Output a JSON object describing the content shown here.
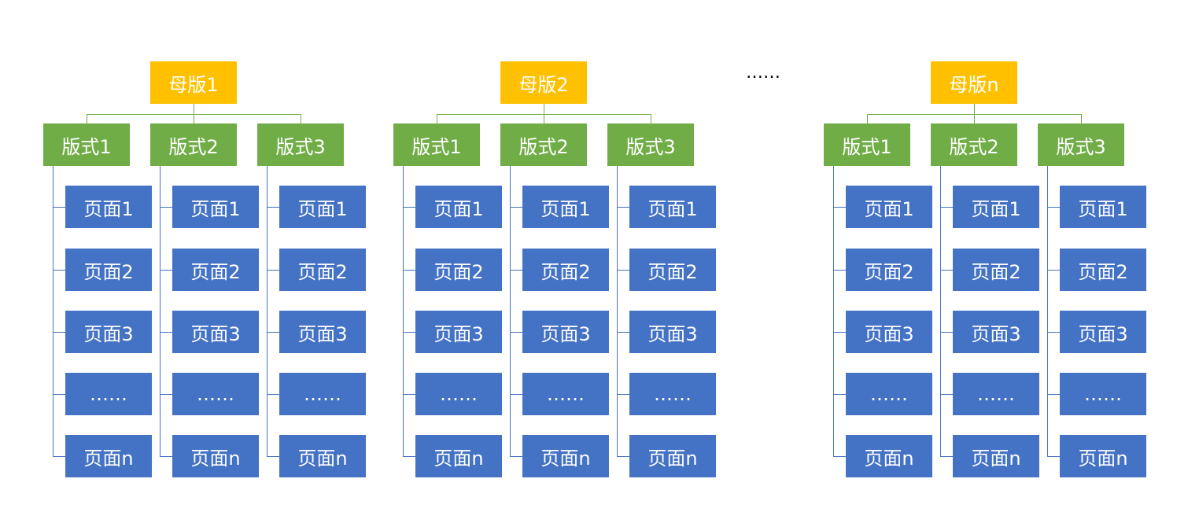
{
  "ellipsis": "……",
  "masters": [
    {
      "title": "母版1",
      "layouts": [
        {
          "title": "版式1",
          "pages": [
            "页面1",
            "页面2",
            "页面3",
            "……",
            "页面n"
          ]
        },
        {
          "title": "版式2",
          "pages": [
            "页面1",
            "页面2",
            "页面3",
            "……",
            "页面n"
          ]
        },
        {
          "title": "版式3",
          "pages": [
            "页面1",
            "页面2",
            "页面3",
            "……",
            "页面n"
          ]
        }
      ]
    },
    {
      "title": "母版2",
      "layouts": [
        {
          "title": "版式1",
          "pages": [
            "页面1",
            "页面2",
            "页面3",
            "……",
            "页面n"
          ]
        },
        {
          "title": "版式2",
          "pages": [
            "页面1",
            "页面2",
            "页面3",
            "……",
            "页面n"
          ]
        },
        {
          "title": "版式3",
          "pages": [
            "页面1",
            "页面2",
            "页面3",
            "……",
            "页面n"
          ]
        }
      ]
    },
    {
      "title": "母版n",
      "layouts": [
        {
          "title": "版式1",
          "pages": [
            "页面1",
            "页面2",
            "页面3",
            "……",
            "页面n"
          ]
        },
        {
          "title": "版式2",
          "pages": [
            "页面1",
            "页面2",
            "页面3",
            "……",
            "页面n"
          ]
        },
        {
          "title": "版式3",
          "pages": [
            "页面1",
            "页面2",
            "页面3",
            "……",
            "页面n"
          ]
        }
      ]
    }
  ],
  "colors": {
    "master": "#FFC000",
    "layout": "#70AD47",
    "page": "#4472C4",
    "background": "#FFFFFF"
  }
}
